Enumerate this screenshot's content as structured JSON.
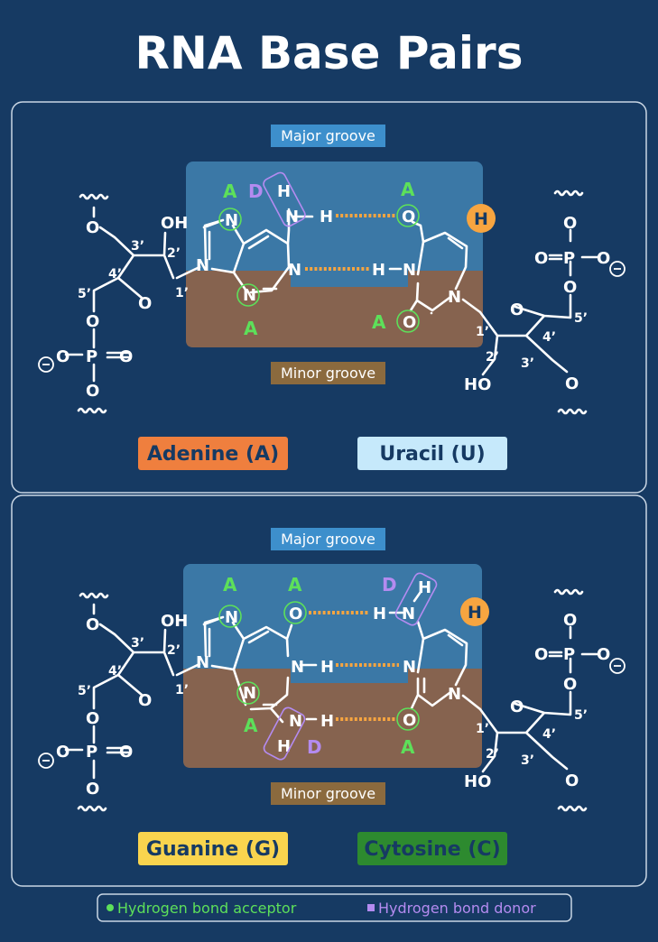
{
  "title": "RNA Base Pairs",
  "colors": {
    "background": "#163a63",
    "major_groove": "#3b78a6",
    "minor_groove": "#86634f",
    "adenine": "#ef7f3e",
    "uracil": "#c6e9fb",
    "guanine": "#f9d44e",
    "cytosine": "#2d8a2f",
    "acceptor": "#5de05a",
    "donor": "#b48bf0",
    "hydrogen_bond": "#f7a540",
    "hoogsteen": "#f7a540"
  },
  "panels": [
    {
      "major_label": "Major groove",
      "minor_label": "Minor groove",
      "left_base": "Adenine (A)",
      "right_base": "Uracil (U)",
      "hoogsteen_badge": "H",
      "marks": {
        "a1": "A",
        "d1": "D",
        "a2": "A",
        "a3": "A",
        "a4": "A"
      }
    },
    {
      "major_label": "Major groove",
      "minor_label": "Minor groove",
      "left_base": "Guanine (G)",
      "right_base": "Cytosine (C)",
      "hoogsteen_badge": "H",
      "marks": {
        "a1": "A",
        "a2": "A",
        "d1": "D",
        "a3": "A",
        "d2": "D",
        "a4": "A"
      }
    }
  ],
  "sugar": {
    "o": "O",
    "oh": "OH",
    "ho": "HO",
    "p": "P",
    "c1": "1’",
    "c2": "2’",
    "c3": "3’",
    "c4": "4’",
    "c5": "5’"
  },
  "atoms": {
    "n": "N",
    "o": "O",
    "h": "H"
  },
  "legend": {
    "acceptor_label": "Hydrogen bond acceptor",
    "donor_label": "Hydrogen bond donor"
  }
}
